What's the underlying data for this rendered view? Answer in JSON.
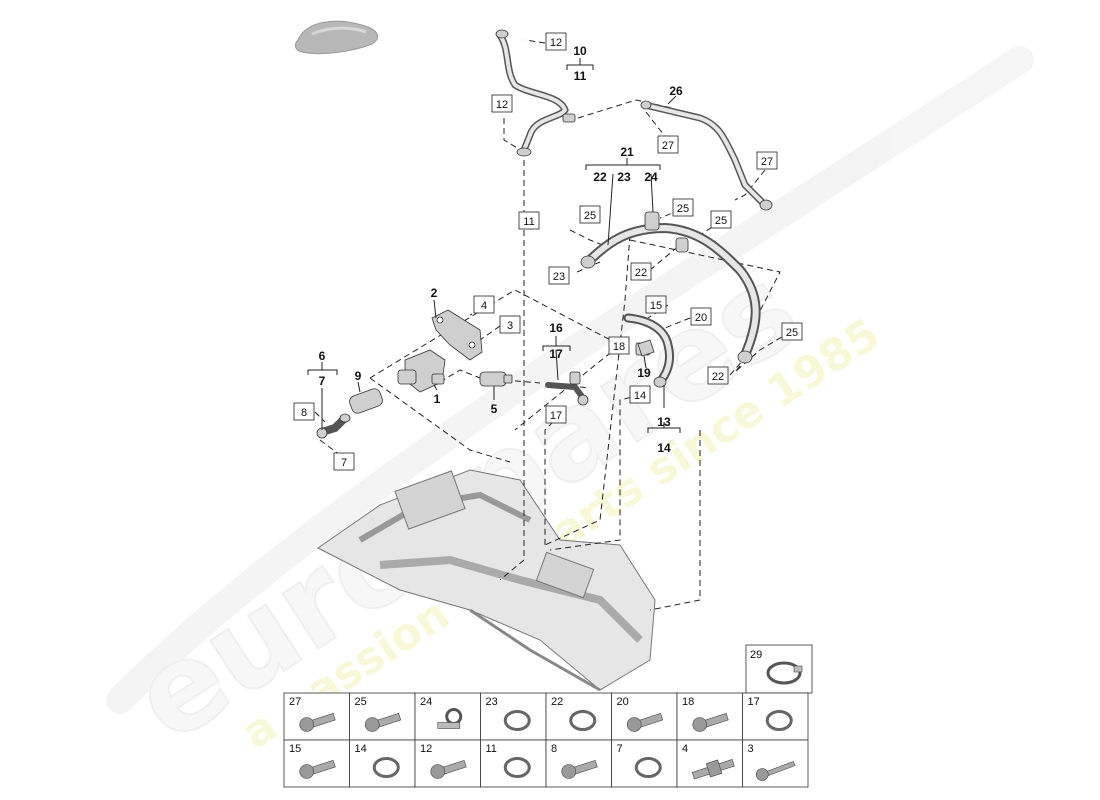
{
  "watermark": {
    "brand_logo": "eurospares",
    "tagline": "a passion for parts since 1985"
  },
  "callouts": {
    "c1": "1",
    "c2": "2",
    "c3": "3",
    "c4": "4",
    "c5": "5",
    "c6": "6",
    "c7a": "7",
    "c7b": "7",
    "c8": "8",
    "c9": "9",
    "c10": "10",
    "c11a": "11",
    "c11b": "11",
    "c12a": "12",
    "c12b": "12",
    "c13": "13",
    "c14a": "14",
    "c14b": "14",
    "c15": "15",
    "c16": "16",
    "c17a": "17",
    "c17b": "17",
    "c18": "18",
    "c19": "19",
    "c20": "20",
    "c21": "21",
    "c22a": "22",
    "c22b": "22",
    "c22c": "22",
    "c23a": "23",
    "c23b": "23",
    "c24": "24",
    "c25a": "25",
    "c25b": "25",
    "c25c": "25",
    "c25d": "25",
    "c26": "26",
    "c27a": "27",
    "c27b": "27"
  },
  "parts_table": {
    "top_right": {
      "num": "29",
      "icon": "hose-clamp-icon"
    },
    "row1": [
      {
        "num": "27",
        "icon": "bolt-icon"
      },
      {
        "num": "25",
        "icon": "bolt-icon"
      },
      {
        "num": "24",
        "icon": "pipe-clip-icon"
      },
      {
        "num": "23",
        "icon": "sealing-ring-icon"
      },
      {
        "num": "22",
        "icon": "sealing-ring-icon"
      },
      {
        "num": "20",
        "icon": "bolt-icon"
      },
      {
        "num": "18",
        "icon": "bolt-icon"
      },
      {
        "num": "17",
        "icon": "sealing-ring-icon"
      }
    ],
    "row2": [
      {
        "num": "15",
        "icon": "bolt-icon"
      },
      {
        "num": "14",
        "icon": "sealing-ring-icon"
      },
      {
        "num": "12",
        "icon": "bolt-icon"
      },
      {
        "num": "11",
        "icon": "sealing-ring-icon"
      },
      {
        "num": "8",
        "icon": "bolt-icon"
      },
      {
        "num": "7",
        "icon": "sealing-ring-icon"
      },
      {
        "num": "4",
        "icon": "stud-bolt-icon"
      },
      {
        "num": "3",
        "icon": "self-tapping-screw-icon"
      }
    ]
  }
}
